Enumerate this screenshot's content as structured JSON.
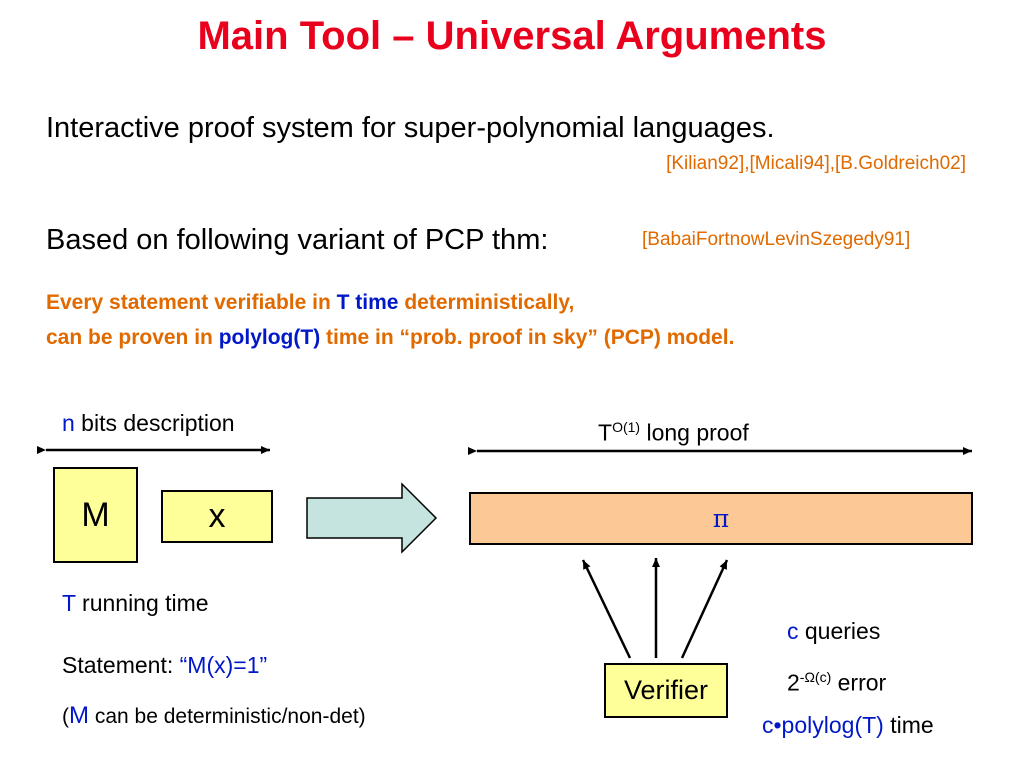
{
  "title": "Main Tool – Universal Arguments",
  "line1": "Interactive proof system for super-polynomial languages.",
  "cite1": "[Kilian92],[Micali94],[B.Goldreich02]",
  "line2": "Based on following variant of PCP thm:",
  "cite2": "[BabaiFortnowLevinSzegedy91]",
  "stmt1": {
    "a": "Every statement verifiable in ",
    "b": "T",
    "c": " time",
    "d": " deterministically,"
  },
  "stmt2": {
    "a": "can be proven in ",
    "b": "polylog(T)",
    "c": " time in “prob. proof in sky” (PCP) model."
  },
  "desc": {
    "var": "n",
    "text": " bits description"
  },
  "proof_len": {
    "base": "T",
    "exp": "O(1)",
    "text": " long proof"
  },
  "m_box": "M",
  "x_box": "x",
  "pi": "π",
  "runtime": {
    "var": "T",
    "text": " running time"
  },
  "statement": {
    "label": "Statement:  ",
    "value": "“M(x)=1”"
  },
  "note": {
    "open": "(",
    "var": "M",
    "text": " can be deterministic/non-det)"
  },
  "verifier": "Verifier",
  "queries": {
    "var": "c",
    "text": " queries"
  },
  "error": {
    "base": "2",
    "exp": "-Ω(c)",
    "text": " error"
  },
  "vtime": {
    "var": "c•polylog(T)",
    "text": " time"
  },
  "colors": {
    "title": "#e8001c",
    "citation": "#e06a00",
    "variable": "#0018c8",
    "box_fill": "#ffff99",
    "proof_fill": "#fcc996",
    "arrow_fill": "#c5e4e0"
  }
}
